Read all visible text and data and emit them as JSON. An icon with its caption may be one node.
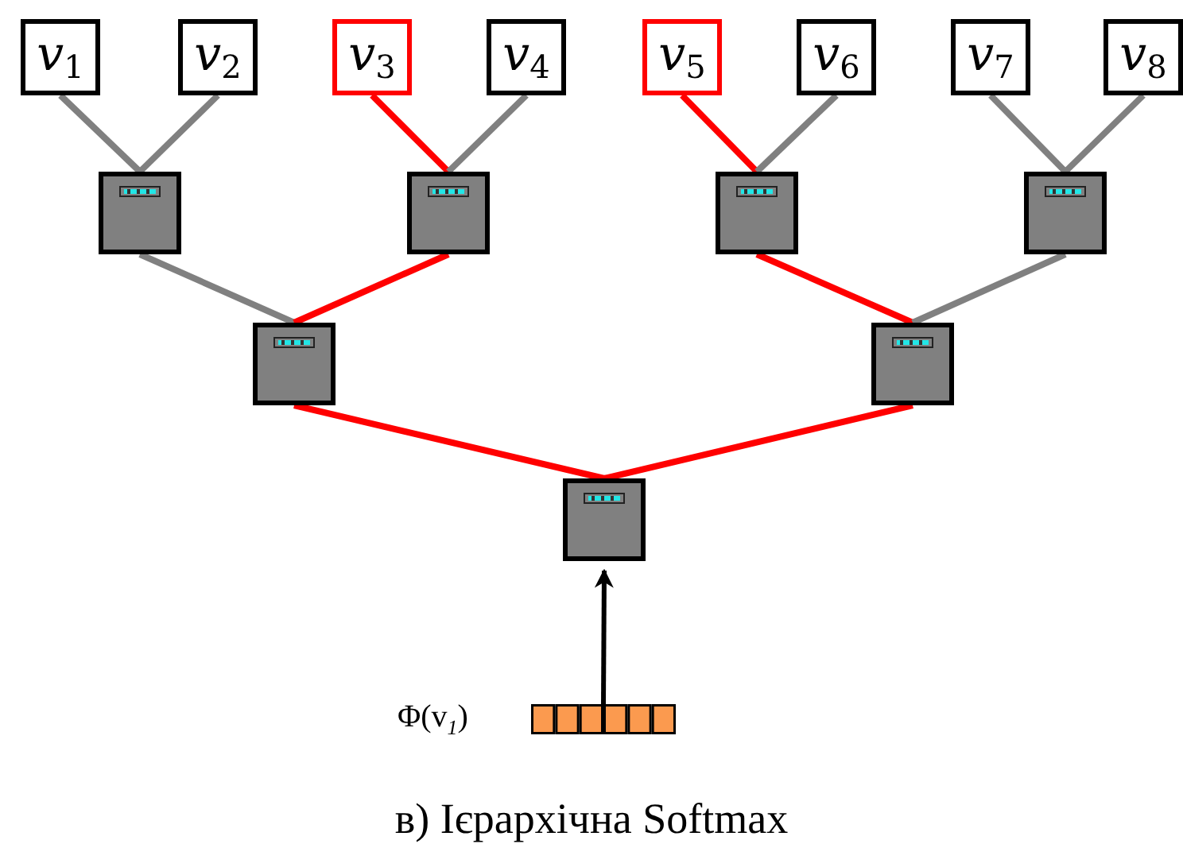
{
  "diagram": {
    "caption": "в) Ієрархічна Softmax",
    "nodes": [
      {
        "text": [
          "v$_{1}$"
        ]
      },
      {
        "text": [
          "v$_{2}$"
        ]
      },
      {
        "text": [
          "v$_{3}$"
        ]
      },
      {
        "text": [
          "v$_{4}$"
        ]
      },
      {
        "text": [
          "v$_{5}$"
        ]
      },
      {
        "text": [
          "v$_{6}$"
        ]
      },
      {
        "text": [
          "v$_{7}$"
        ]
      },
      {
        "text": [
          "v$_{8}$"
        ]
      },
      {
        "text": [],
        "shape": "box"
      },
      {
        "text": [],
        "shape": "box"
      },
      {
        "text": [],
        "shape": "box"
      },
      {
        "text": [],
        "shape": "box"
      },
      {
        "text": [],
        "shape": "box"
      },
      {
        "text": [],
        "shape": "box"
      },
      {
        "text": [],
        "shape": "box"
      },
      {
        "text": [],
        "shape": "bar",
        "beside": [
          "Φ(v$_{1}$)"
        ]
      }
    ],
    "edges": [
      {
        "from": 0,
        "to": 8,
        "arrow": "none"
      },
      {
        "from": 1,
        "to": 8,
        "arrow": "none"
      },
      {
        "from": 2,
        "to": 9,
        "arrow": "none",
        "color": "#ff0000"
      },
      {
        "from": 3,
        "to": 9,
        "arrow": "none"
      },
      {
        "from": 4,
        "to": 10,
        "arrow": "none",
        "color": "#ff0000"
      },
      {
        "from": 5,
        "to": 10,
        "arrow": "none"
      },
      {
        "from": 6,
        "to": 11,
        "arrow": "none"
      },
      {
        "from": 7,
        "to": 11,
        "arrow": "none"
      },
      {
        "from": 8,
        "to": 12,
        "arrow": "none"
      },
      {
        "from": 9,
        "to": 12,
        "arrow": "none",
        "color": "#ff0000"
      },
      {
        "from": 10,
        "to": 13,
        "arrow": "none",
        "color": "#ff0000"
      },
      {
        "from": 11,
        "to": 13,
        "arrow": "none"
      },
      {
        "from": 12,
        "to": 14,
        "arrow": "none",
        "color": "#ff0000"
      },
      {
        "from": 13,
        "to": 14,
        "arrow": "none",
        "color": "#ff0000"
      },
      {
        "from": 15,
        "to": 14,
        "arrow": "to",
        "color": "#000000"
      }
    ]
  }
}
